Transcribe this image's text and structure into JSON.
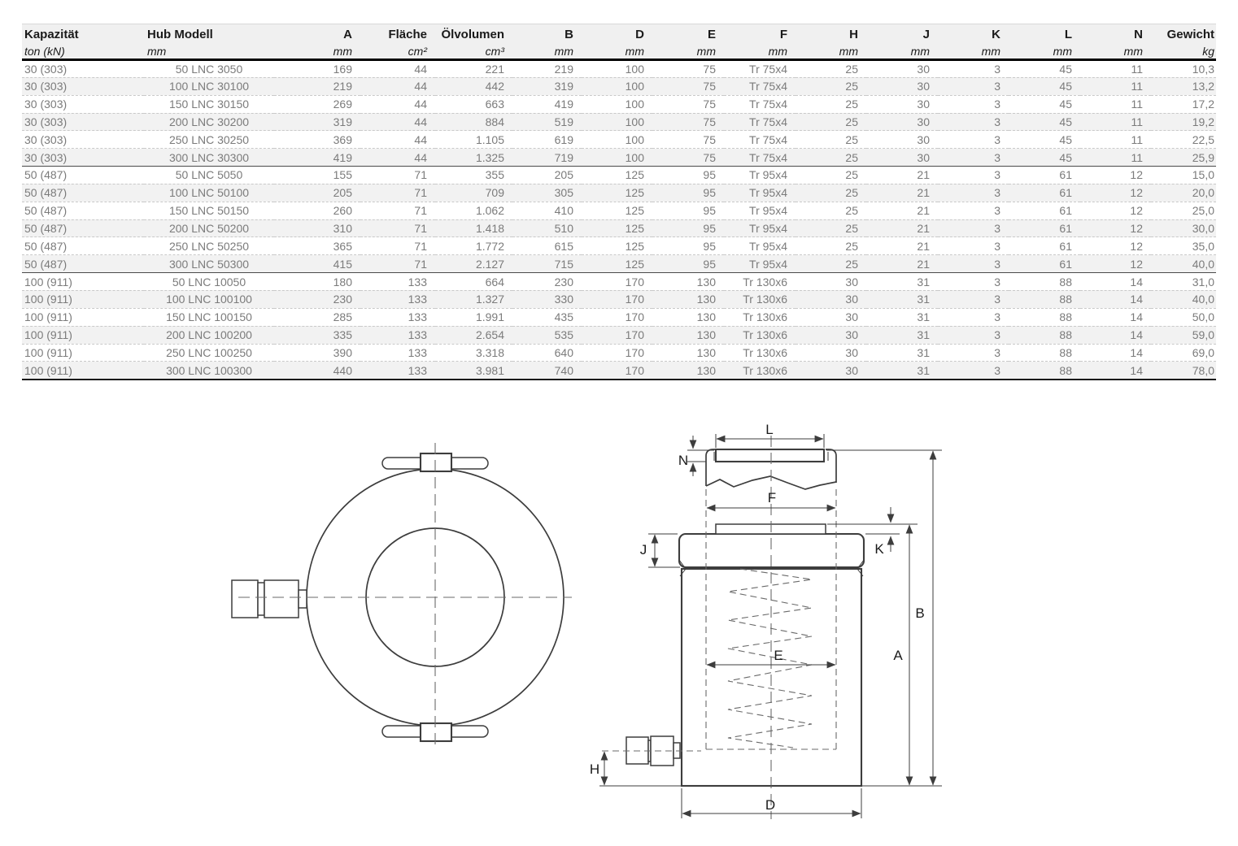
{
  "table": {
    "columns": [
      {
        "key": "kapazitaet",
        "label": "Kapazität",
        "unit": "ton (kN)"
      },
      {
        "key": "hub_modell",
        "label": "Hub Modell",
        "unit": "mm"
      },
      {
        "key": "a",
        "label": "A",
        "unit": "mm"
      },
      {
        "key": "flaeche",
        "label": "Fläche",
        "unit": "cm²"
      },
      {
        "key": "oelvolumen",
        "label": "Ölvolumen",
        "unit": "cm³"
      },
      {
        "key": "b",
        "label": "B",
        "unit": "mm"
      },
      {
        "key": "d",
        "label": "D",
        "unit": "mm"
      },
      {
        "key": "e",
        "label": "E",
        "unit": "mm"
      },
      {
        "key": "f",
        "label": "F",
        "unit": "mm"
      },
      {
        "key": "h",
        "label": "H",
        "unit": "mm"
      },
      {
        "key": "j",
        "label": "J",
        "unit": "mm"
      },
      {
        "key": "k",
        "label": "K",
        "unit": "mm"
      },
      {
        "key": "l",
        "label": "L",
        "unit": "mm"
      },
      {
        "key": "n",
        "label": "N",
        "unit": "mm"
      },
      {
        "key": "gewicht",
        "label": "Gewicht",
        "unit": "kg"
      }
    ],
    "groups": [
      {
        "capacity": "30 (303)",
        "rows": [
          [
            "30 (303)",
            "50 LNC 3050",
            "169",
            "44",
            "221",
            "219",
            "100",
            "75",
            "Tr 75x4",
            "25",
            "30",
            "3",
            "45",
            "11",
            "10,3"
          ],
          [
            "30 (303)",
            "100 LNC 30100",
            "219",
            "44",
            "442",
            "319",
            "100",
            "75",
            "Tr 75x4",
            "25",
            "30",
            "3",
            "45",
            "11",
            "13,2"
          ],
          [
            "30 (303)",
            "150 LNC 30150",
            "269",
            "44",
            "663",
            "419",
            "100",
            "75",
            "Tr 75x4",
            "25",
            "30",
            "3",
            "45",
            "11",
            "17,2"
          ],
          [
            "30 (303)",
            "200 LNC 30200",
            "319",
            "44",
            "884",
            "519",
            "100",
            "75",
            "Tr 75x4",
            "25",
            "30",
            "3",
            "45",
            "11",
            "19,2"
          ],
          [
            "30 (303)",
            "250 LNC 30250",
            "369",
            "44",
            "1.105",
            "619",
            "100",
            "75",
            "Tr 75x4",
            "25",
            "30",
            "3",
            "45",
            "11",
            "22,5"
          ],
          [
            "30 (303)",
            "300 LNC 30300",
            "419",
            "44",
            "1.325",
            "719",
            "100",
            "75",
            "Tr 75x4",
            "25",
            "30",
            "3",
            "45",
            "11",
            "25,9"
          ]
        ]
      },
      {
        "capacity": "50 (487)",
        "rows": [
          [
            "50 (487)",
            "50 LNC 5050",
            "155",
            "71",
            "355",
            "205",
            "125",
            "95",
            "Tr 95x4",
            "25",
            "21",
            "3",
            "61",
            "12",
            "15,0"
          ],
          [
            "50 (487)",
            "100 LNC 50100",
            "205",
            "71",
            "709",
            "305",
            "125",
            "95",
            "Tr 95x4",
            "25",
            "21",
            "3",
            "61",
            "12",
            "20,0"
          ],
          [
            "50 (487)",
            "150 LNC 50150",
            "260",
            "71",
            "1.062",
            "410",
            "125",
            "95",
            "Tr 95x4",
            "25",
            "21",
            "3",
            "61",
            "12",
            "25,0"
          ],
          [
            "50 (487)",
            "200 LNC 50200",
            "310",
            "71",
            "1.418",
            "510",
            "125",
            "95",
            "Tr 95x4",
            "25",
            "21",
            "3",
            "61",
            "12",
            "30,0"
          ],
          [
            "50 (487)",
            "250 LNC 50250",
            "365",
            "71",
            "1.772",
            "615",
            "125",
            "95",
            "Tr 95x4",
            "25",
            "21",
            "3",
            "61",
            "12",
            "35,0"
          ],
          [
            "50 (487)",
            "300 LNC 50300",
            "415",
            "71",
            "2.127",
            "715",
            "125",
            "95",
            "Tr 95x4",
            "25",
            "21",
            "3",
            "61",
            "12",
            "40,0"
          ]
        ]
      },
      {
        "capacity": "100 (911)",
        "rows": [
          [
            "100 (911)",
            "50 LNC 10050",
            "180",
            "133",
            "664",
            "230",
            "170",
            "130",
            "Tr 130x6",
            "30",
            "31",
            "3",
            "88",
            "14",
            "31,0"
          ],
          [
            "100 (911)",
            "100 LNC 100100",
            "230",
            "133",
            "1.327",
            "330",
            "170",
            "130",
            "Tr 130x6",
            "30",
            "31",
            "3",
            "88",
            "14",
            "40,0"
          ],
          [
            "100 (911)",
            "150 LNC 100150",
            "285",
            "133",
            "1.991",
            "435",
            "170",
            "130",
            "Tr 130x6",
            "30",
            "31",
            "3",
            "88",
            "14",
            "50,0"
          ],
          [
            "100 (911)",
            "200 LNC 100200",
            "335",
            "133",
            "2.654",
            "535",
            "170",
            "130",
            "Tr 130x6",
            "30",
            "31",
            "3",
            "88",
            "14",
            "59,0"
          ],
          [
            "100 (911)",
            "250 LNC 100250",
            "390",
            "133",
            "3.318",
            "640",
            "170",
            "130",
            "Tr 130x6",
            "30",
            "31",
            "3",
            "88",
            "14",
            "69,0"
          ],
          [
            "100 (911)",
            "300 LNC 100300",
            "440",
            "133",
            "3.981",
            "740",
            "170",
            "130",
            "Tr 130x6",
            "30",
            "31",
            "3",
            "88",
            "14",
            "78,0"
          ]
        ]
      }
    ]
  },
  "drawing": {
    "labels": {
      "L": "L",
      "N": "N",
      "F": "F",
      "J": "J",
      "K": "K",
      "B": "B",
      "A": "A",
      "E": "E",
      "H": "H",
      "D": "D"
    }
  },
  "colors": {
    "line": "#3d3d3d",
    "dashed_line": "#6a6a6a",
    "table_header_bg": "#f0f0f0",
    "row_alt_bg": "#f2f2f2",
    "data_text": "#7b7b7b",
    "header_text": "#1a1a1a"
  }
}
